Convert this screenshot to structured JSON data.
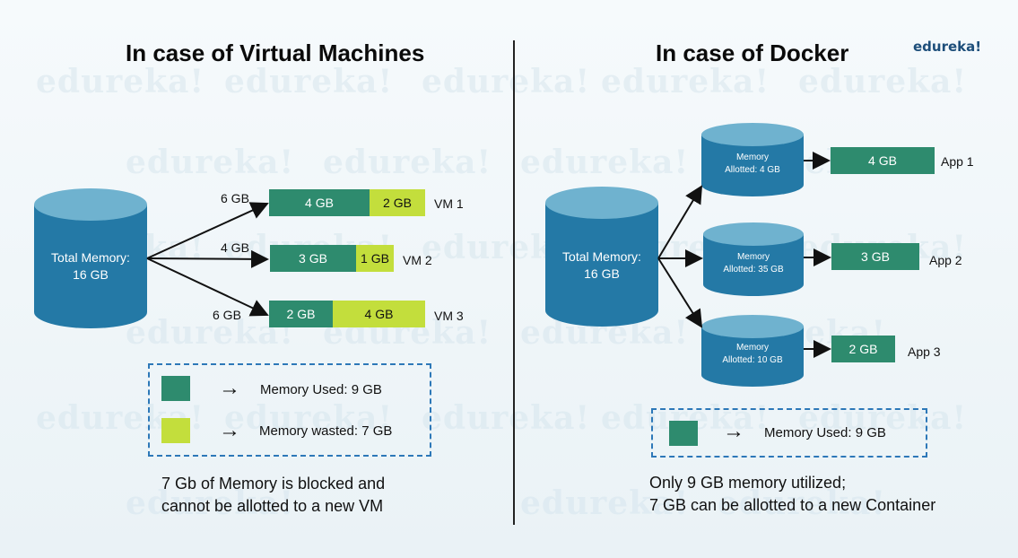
{
  "left": {
    "title": "In case of Virtual Machines",
    "total": {
      "line1": "Total Memory:",
      "line2": "16 GB"
    },
    "vms": [
      {
        "alloc": "6 GB",
        "used": "4 GB",
        "wasted": "2 GB",
        "label": "VM 1"
      },
      {
        "alloc": "4 GB",
        "used": "3 GB",
        "wasted": "1 GB",
        "label": "VM 2"
      },
      {
        "alloc": "6 GB",
        "used": "2 GB",
        "wasted": "4 GB",
        "label": "VM 3"
      }
    ],
    "legend": {
      "used": "Memory Used: 9 GB",
      "wasted": "Memory wasted: 7 GB"
    },
    "note": {
      "line1": "7 Gb of Memory is blocked and",
      "line2": "cannot be allotted to a new VM"
    }
  },
  "right": {
    "title": "In case of Docker",
    "total": {
      "line1": "Total Memory:",
      "line2": "16 GB"
    },
    "apps": [
      {
        "line1": "Memory",
        "line2": "Allotted: 4 GB",
        "used": "4 GB",
        "label": "App 1"
      },
      {
        "line1": "Memory",
        "line2": "Allotted: 35 GB",
        "used": "3 GB",
        "label": "App 2"
      },
      {
        "line1": "Memory",
        "line2": "Allotted: 10 GB",
        "used": "2 GB",
        "label": "App 3"
      }
    ],
    "legend": {
      "used": "Memory Used: 9 GB"
    },
    "note": {
      "line1": "Only 9 GB memory utilized;",
      "line2": "7 GB can be allotted to a new Container"
    }
  },
  "brand": "edureka!",
  "watermark": "edureka!",
  "colors": {
    "used": "#2e8b6e",
    "wasted": "#c3de3c",
    "cylinder": "#2479a6",
    "cylinder_top": "#6fb2cf",
    "legend_border": "#2d78b8"
  },
  "icons": {
    "legend_arrow": "right-arrow-icon"
  }
}
